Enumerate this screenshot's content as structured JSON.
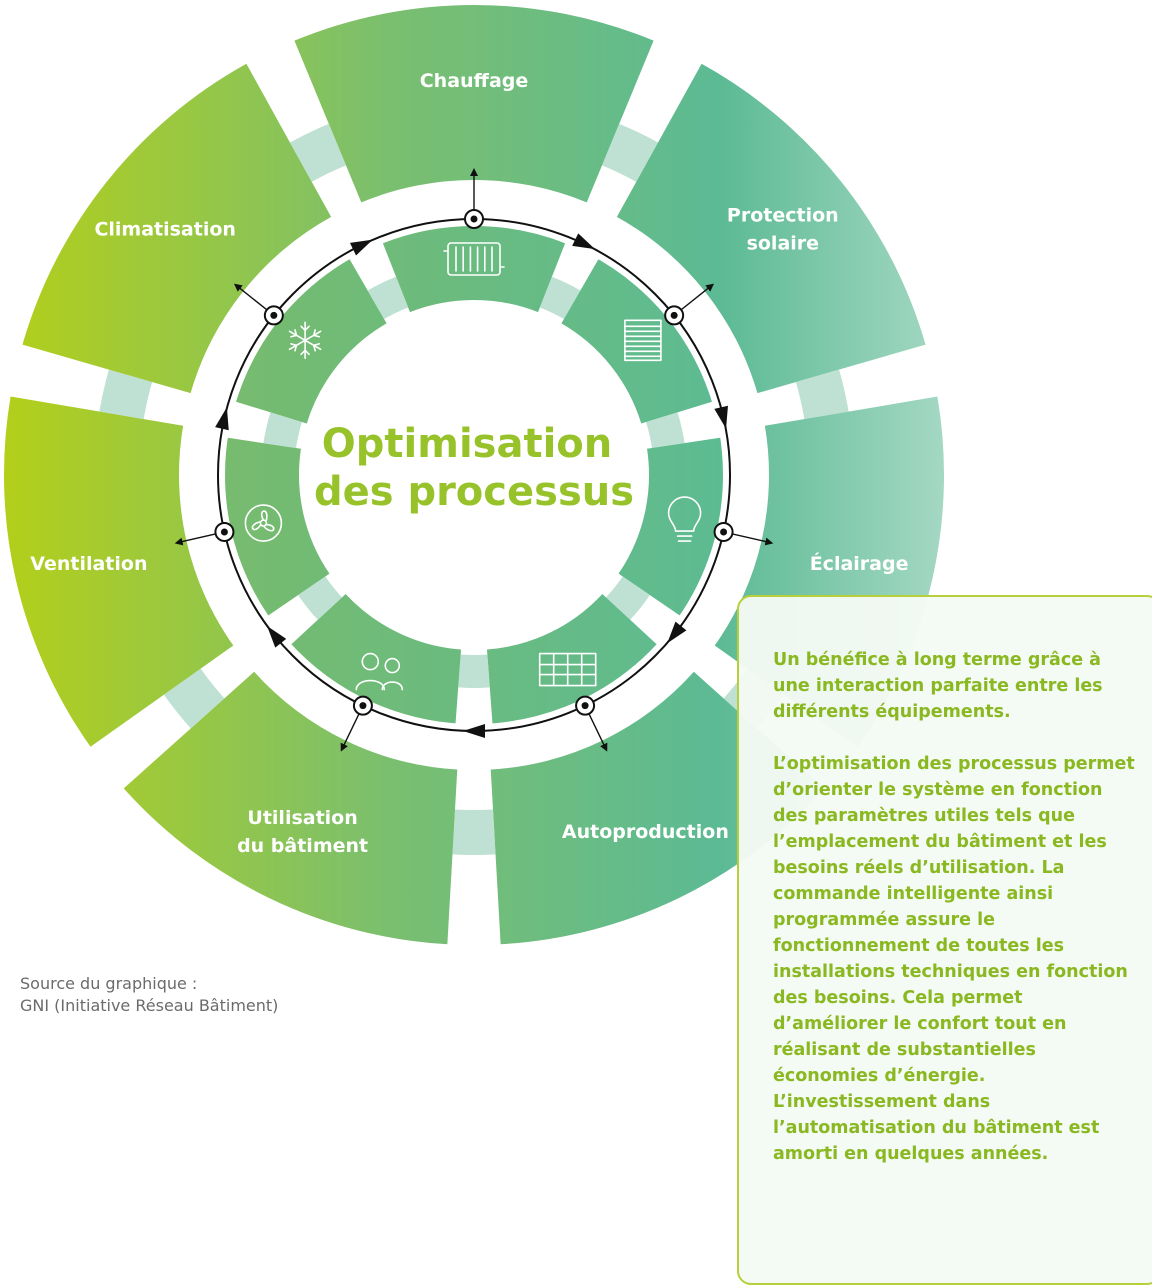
{
  "center_title": [
    "Optimisation",
    "des processus"
  ],
  "segments": [
    {
      "id": "chauffage",
      "label": [
        "Chauffage"
      ],
      "icon": "radiator-icon"
    },
    {
      "id": "protection-solaire",
      "label": [
        "Protection",
        "solaire"
      ],
      "icon": "blinds-icon"
    },
    {
      "id": "eclairage",
      "label": [
        "Éclairage"
      ],
      "icon": "lightbulb-icon"
    },
    {
      "id": "autoproduction",
      "label": [
        "Autoproduction"
      ],
      "icon": "solar-panel-icon"
    },
    {
      "id": "utilisation",
      "label": [
        "Utilisation",
        "du bâtiment"
      ],
      "icon": "people-icon"
    },
    {
      "id": "ventilation",
      "label": [
        "Ventilation"
      ],
      "icon": "fan-icon"
    },
    {
      "id": "climatisation",
      "label": [
        "Climatisation"
      ],
      "icon": "snowflake-icon"
    }
  ],
  "colors": {
    "lime": "#b4cf19",
    "green": "#7bbf6e",
    "teal": "#5cba94",
    "pale_teal": "#b3dccb",
    "center_title": "#97c22a",
    "box_text": "#8ab821",
    "box_border": "#b7d03a"
  },
  "source": {
    "line1": "Source du graphique :",
    "line2": "GNI (Initiative Réseau Bâtiment)"
  },
  "info_box": {
    "paragraph1": "Un bénéfice à long terme grâce à une interaction parfaite entre les différents équipements.",
    "paragraph2": "L’optimisation des processus permet d’orienter le système en fonction des paramètres utiles tels que l’emplacement du bâtiment et les besoins réels d’utilisation. La commande intelligente ainsi programmée assure le fonctionnement de toutes les installations techniques en fonction des besoins. Cela permet d’améliorer le confort tout en réalisant de substantielles économies d’énergie. L’investissement dans l’automatisation du bâtiment est amorti en quelques années."
  }
}
